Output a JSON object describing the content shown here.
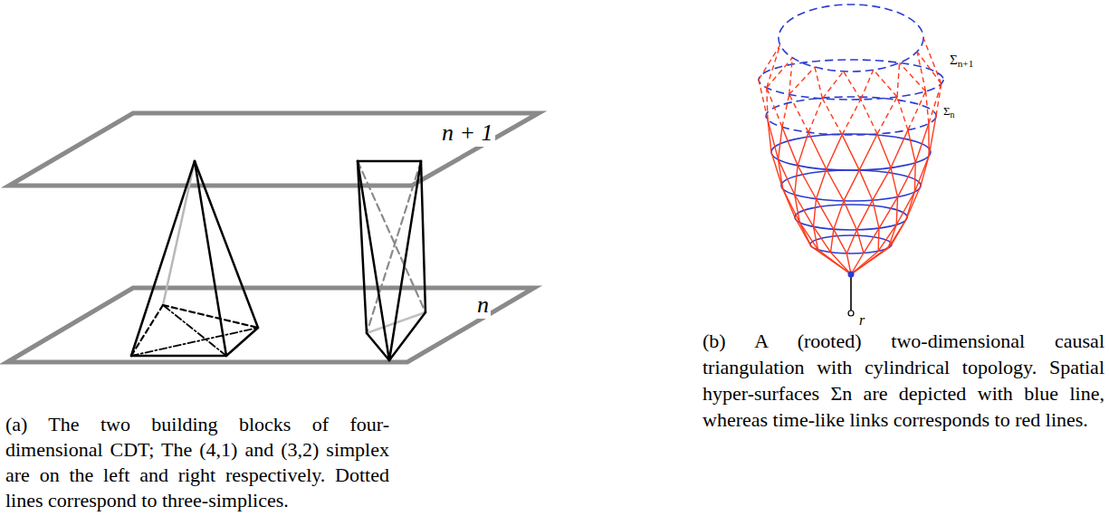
{
  "diagram": {
    "labels": [
      "n + 1",
      "n",
      "Σn+1",
      "Σn",
      "r",
      "(a) The two building blocks of four-dimensional CDT; The (4,1) and (3,2) simplex are on the left and right respectively. Dotted lines correspond to three-simplices.",
      "(b) A (rooted) two-dimensional causal triangulation with cylindrical topology. Spatial hyper-surfaces Σn are depicted with blue line, whereas time-like links corresponds to red lines."
    ]
  }
}
